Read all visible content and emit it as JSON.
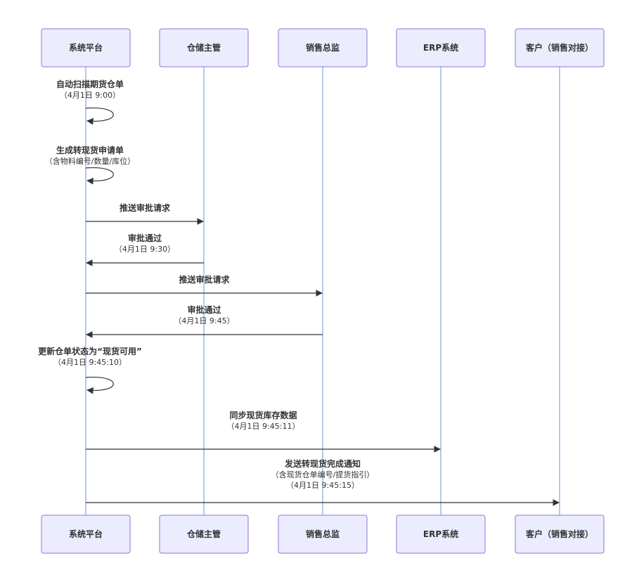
{
  "actors": [
    {
      "id": "platform",
      "label": "系统平台"
    },
    {
      "id": "warehouse",
      "label": "仓储主管"
    },
    {
      "id": "sales",
      "label": "销售总监"
    },
    {
      "id": "erp",
      "label": "ERP系统"
    },
    {
      "id": "customer",
      "label": "客户（销售对接）"
    }
  ],
  "messages": [
    {
      "from": "platform",
      "to": "platform",
      "lines": [
        "自动扫描期货仓单",
        "（4月1日 9:00）"
      ]
    },
    {
      "from": "platform",
      "to": "platform",
      "lines": [
        "生成转现货申请单",
        "（含物料编号/数量/库位）"
      ]
    },
    {
      "from": "platform",
      "to": "warehouse",
      "lines": [
        "推送审批请求"
      ]
    },
    {
      "from": "warehouse",
      "to": "platform",
      "lines": [
        "审批通过",
        "（4月1日 9:30）"
      ]
    },
    {
      "from": "platform",
      "to": "sales",
      "lines": [
        "推送审批请求"
      ]
    },
    {
      "from": "sales",
      "to": "platform",
      "lines": [
        "审批通过",
        "（4月1日 9:45）"
      ]
    },
    {
      "from": "platform",
      "to": "platform",
      "lines": [
        "更新仓单状态为“现货可用”",
        "（4月1日 9:45:10）"
      ]
    },
    {
      "from": "platform",
      "to": "erp",
      "lines": [
        "同步现货库存数据",
        "（4月1日 9:45:11）"
      ]
    },
    {
      "from": "platform",
      "to": "customer",
      "lines": [
        "发送转现货完成通知",
        "（含现货仓单编号/提货指引）",
        "（4月1日 9:45:15）"
      ]
    }
  ]
}
